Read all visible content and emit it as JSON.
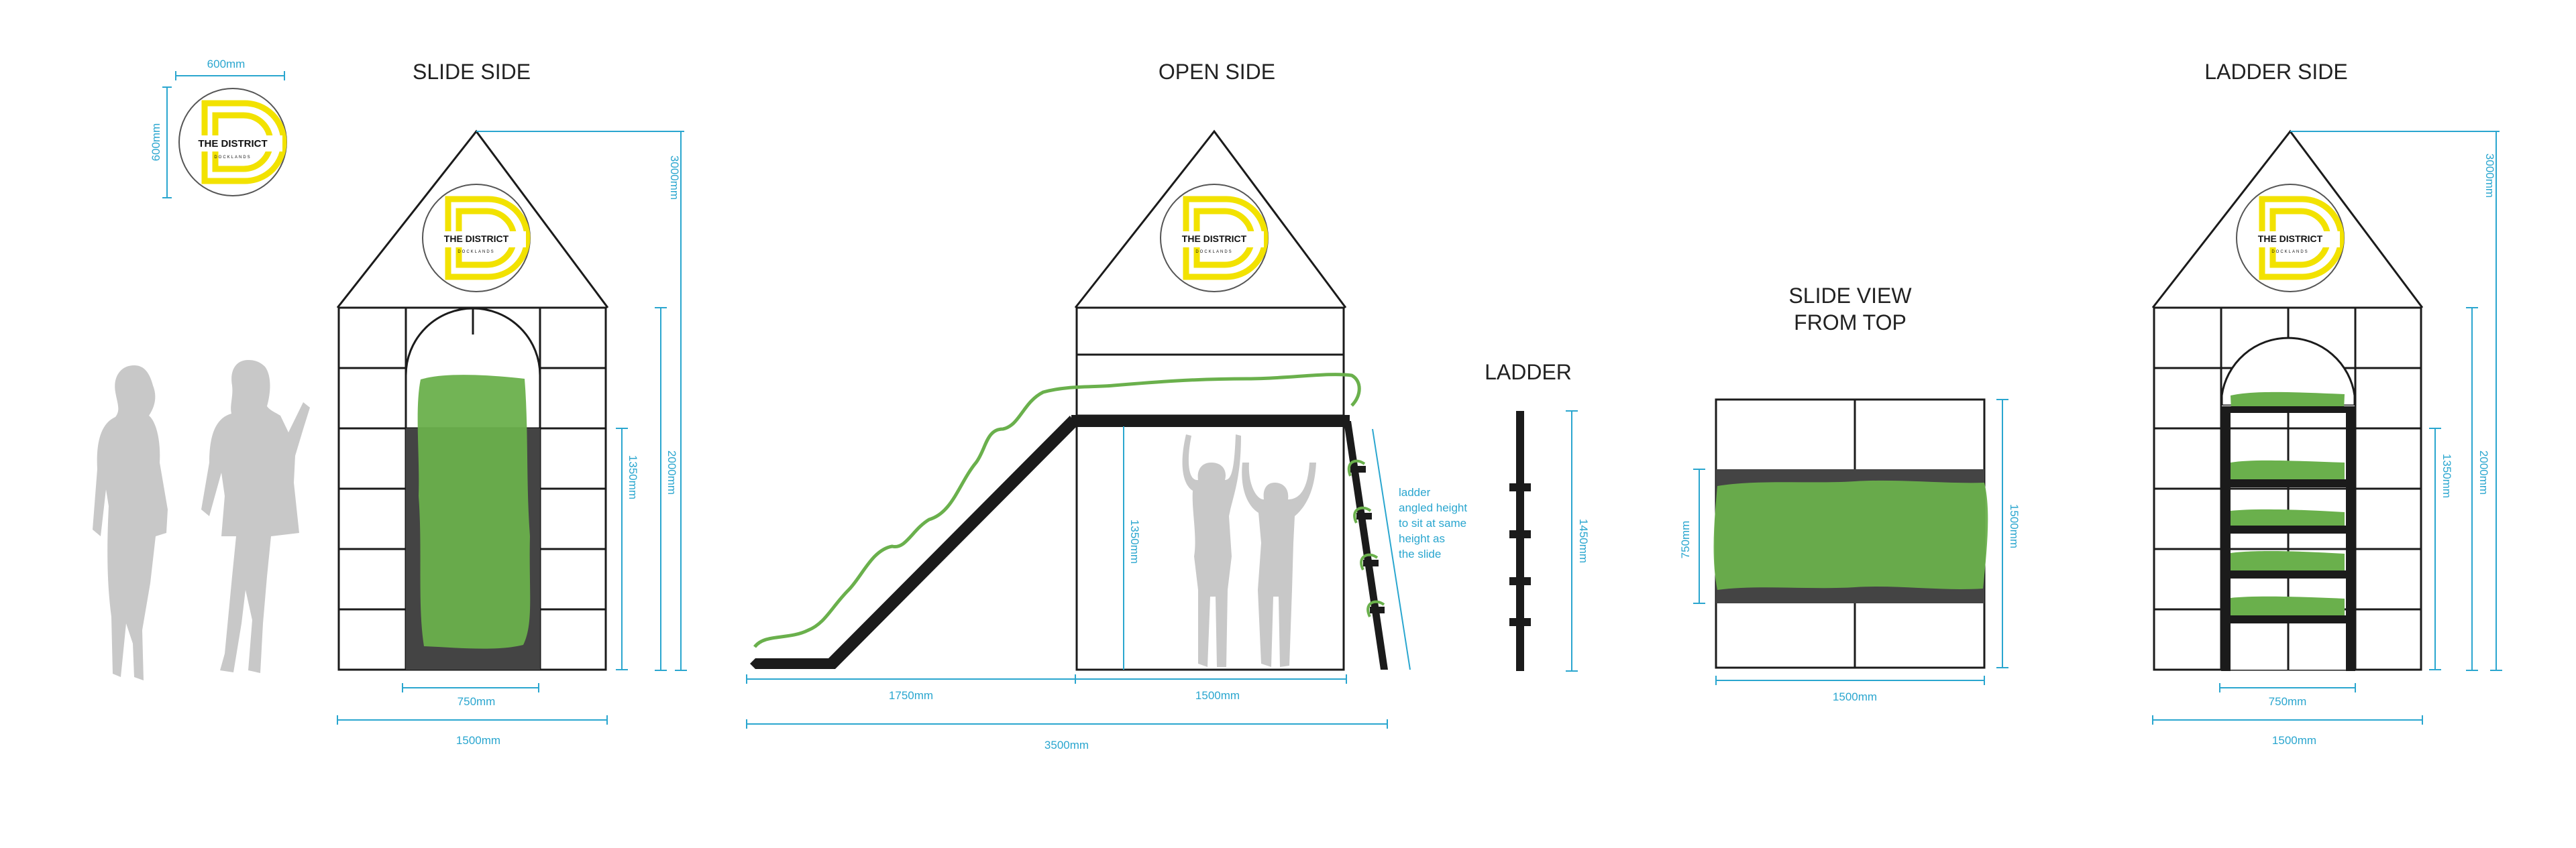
{
  "titles": {
    "slide_side": "SLIDE SIDE",
    "open_side": "OPEN SIDE",
    "ladder": "LADDER",
    "slide_view_line1": "SLIDE VIEW",
    "slide_view_line2": "FROM TOP",
    "ladder_side": "LADDER SIDE"
  },
  "logo": {
    "name": "THE DISTRICT",
    "sub": "DOCKLANDS",
    "width_label": "600mm",
    "height_label": "600mm"
  },
  "dimensions": {
    "slide_side": {
      "height_total": "3000mm",
      "height_walls": "2000mm",
      "height_slide": "1350mm",
      "slide_width": "750mm",
      "base_width": "1500mm"
    },
    "open_side": {
      "height_deck": "1350mm",
      "slide_run": "1750mm",
      "base_width": "1500mm",
      "total_width": "3500mm"
    },
    "ladder": {
      "height": "1450mm"
    },
    "slide_view": {
      "slide_width": "750mm",
      "depth": "1500mm",
      "width": "1500mm"
    },
    "ladder_side": {
      "height_total": "3000mm",
      "height_walls": "2000mm",
      "height_ladder": "1350mm",
      "ladder_width": "750mm",
      "base_width": "1500mm"
    }
  },
  "note": {
    "lines": [
      "ladder",
      "angled height",
      "to sit at same",
      "height as",
      "the slide"
    ]
  },
  "colors": {
    "dimension": "#2aa6cf",
    "slide_green": "#6ab04c",
    "logo_yellow": "#f2e200",
    "frame": "#1b1b1b",
    "silhouette": "#c8c8c8",
    "dark_panel": "#444444"
  }
}
